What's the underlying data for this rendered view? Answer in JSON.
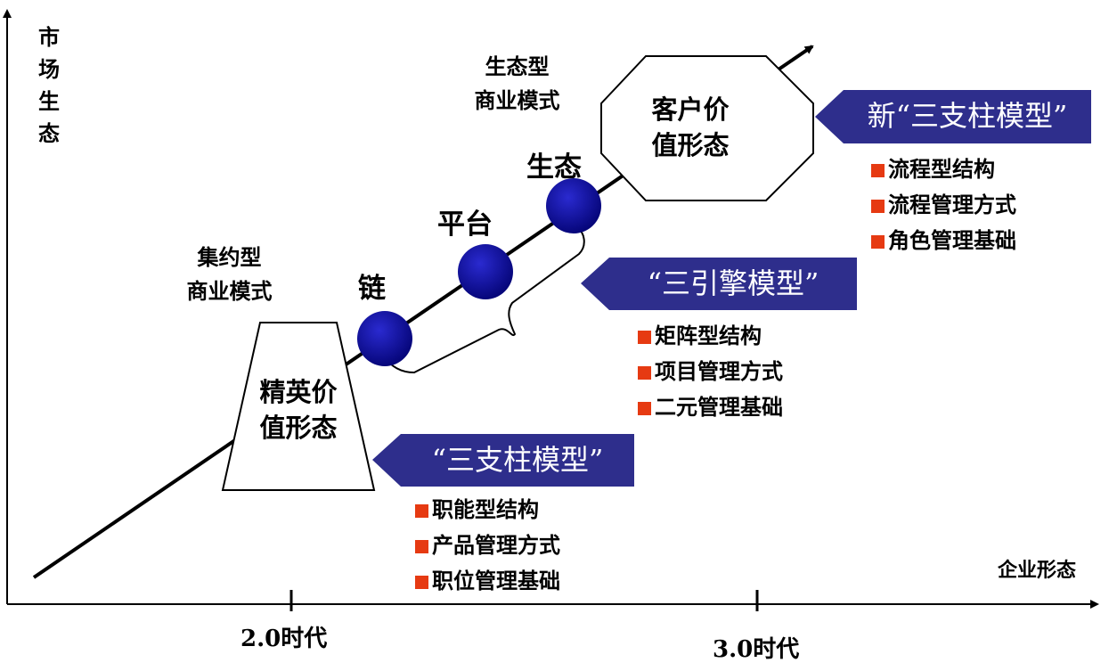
{
  "axes": {
    "y_label": "市场生态",
    "x_label": "企业形态",
    "x_ticks": [
      "2.0时代",
      "3.0时代"
    ]
  },
  "stages": [
    {
      "mode_line1": "集约型",
      "mode_line2": "商业模式",
      "shape_line1": "精英价",
      "shape_line2": "值形态"
    },
    {
      "mode_line1": "生态型",
      "mode_line2": "商业模式",
      "shape_line1": "客户价",
      "shape_line2": "值形态"
    }
  ],
  "nodes": [
    "链",
    "平台",
    "生态"
  ],
  "models": [
    {
      "title": "“三支柱模型”",
      "items": [
        "职能型结构",
        "产品管理方式",
        "职位管理基础"
      ]
    },
    {
      "title": "“三引擎模型”",
      "items": [
        "矩阵型结构",
        "项目管理方式",
        "二元管理基础"
      ]
    },
    {
      "title": "新“三支柱模型”",
      "items": [
        "流程型结构",
        "流程管理方式",
        "角色管理基础"
      ]
    }
  ],
  "colors": {
    "banner": "#2e2e8c",
    "node": "#0a0a96",
    "bullet": "#e63a12",
    "line": "#000000"
  }
}
